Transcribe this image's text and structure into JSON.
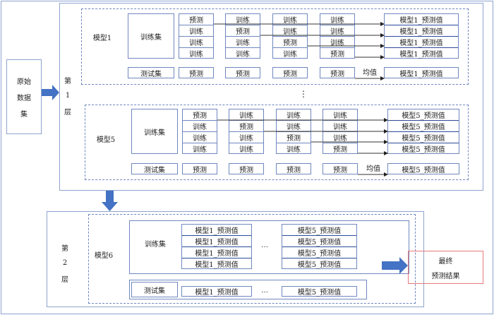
{
  "outer_label": "",
  "raw_data": {
    "label_lines": [
      "原始",
      "数据",
      "集"
    ]
  },
  "layer1": {
    "label_lines": [
      "第",
      "1",
      "层"
    ],
    "ellipsis": "⋮",
    "models": [
      {
        "name": "模型1",
        "train_set": "训练集",
        "test_set": "测试集",
        "folds": [
          [
            "预测",
            "训练",
            "训练",
            "训练"
          ],
          [
            "训练",
            "预测",
            "训练",
            "训练"
          ],
          [
            "训练",
            "训练",
            "预测",
            "训练"
          ],
          [
            "训练",
            "训练",
            "训练",
            "预测"
          ]
        ],
        "test_preds": [
          "预测",
          "预测",
          "预测",
          "预测"
        ],
        "mean_label": "均值",
        "outputs": [
          "模型1_预测值",
          "模型1_预测值",
          "模型1_预测值",
          "模型1_预测值"
        ],
        "test_output": "模型1_预测值"
      },
      {
        "name": "模型5",
        "train_set": "训练集",
        "test_set": "测试集",
        "folds": [
          [
            "预测",
            "训练",
            "训练",
            "训练"
          ],
          [
            "训练",
            "预测",
            "训练",
            "训练"
          ],
          [
            "训练",
            "训练",
            "预测",
            "训练"
          ],
          [
            "训练",
            "训练",
            "训练",
            "预测"
          ]
        ],
        "test_preds": [
          "预测",
          "预测",
          "预测",
          "预测"
        ],
        "mean_label": "均值",
        "outputs": [
          "模型5_预测值",
          "模型5_预测值",
          "模型5_预测值",
          "模型5_预测值"
        ],
        "test_output": "模型5_预测值"
      }
    ]
  },
  "layer2": {
    "label_lines": [
      "第",
      "2",
      "层"
    ],
    "model_name": "模型6",
    "train_set": "训练集",
    "test_set": "测试集",
    "ellipsis": "…",
    "train_col1": [
      "模型1_预测值",
      "模型1_预测值",
      "模型1_预测值",
      "模型1_预测值"
    ],
    "train_col2": [
      "模型5_预测值",
      "模型5_预测值",
      "模型5_预测值",
      "模型5_预测值"
    ],
    "test_col1": "模型1_预测值",
    "test_col2": "模型5_预测值"
  },
  "final": {
    "label_lines": [
      "最终",
      "预测结果"
    ]
  },
  "colors": {
    "frame": "#8fa3cf",
    "box": "#6f87c0",
    "arrow": "#4472c4",
    "final_border": "#e8797a"
  }
}
